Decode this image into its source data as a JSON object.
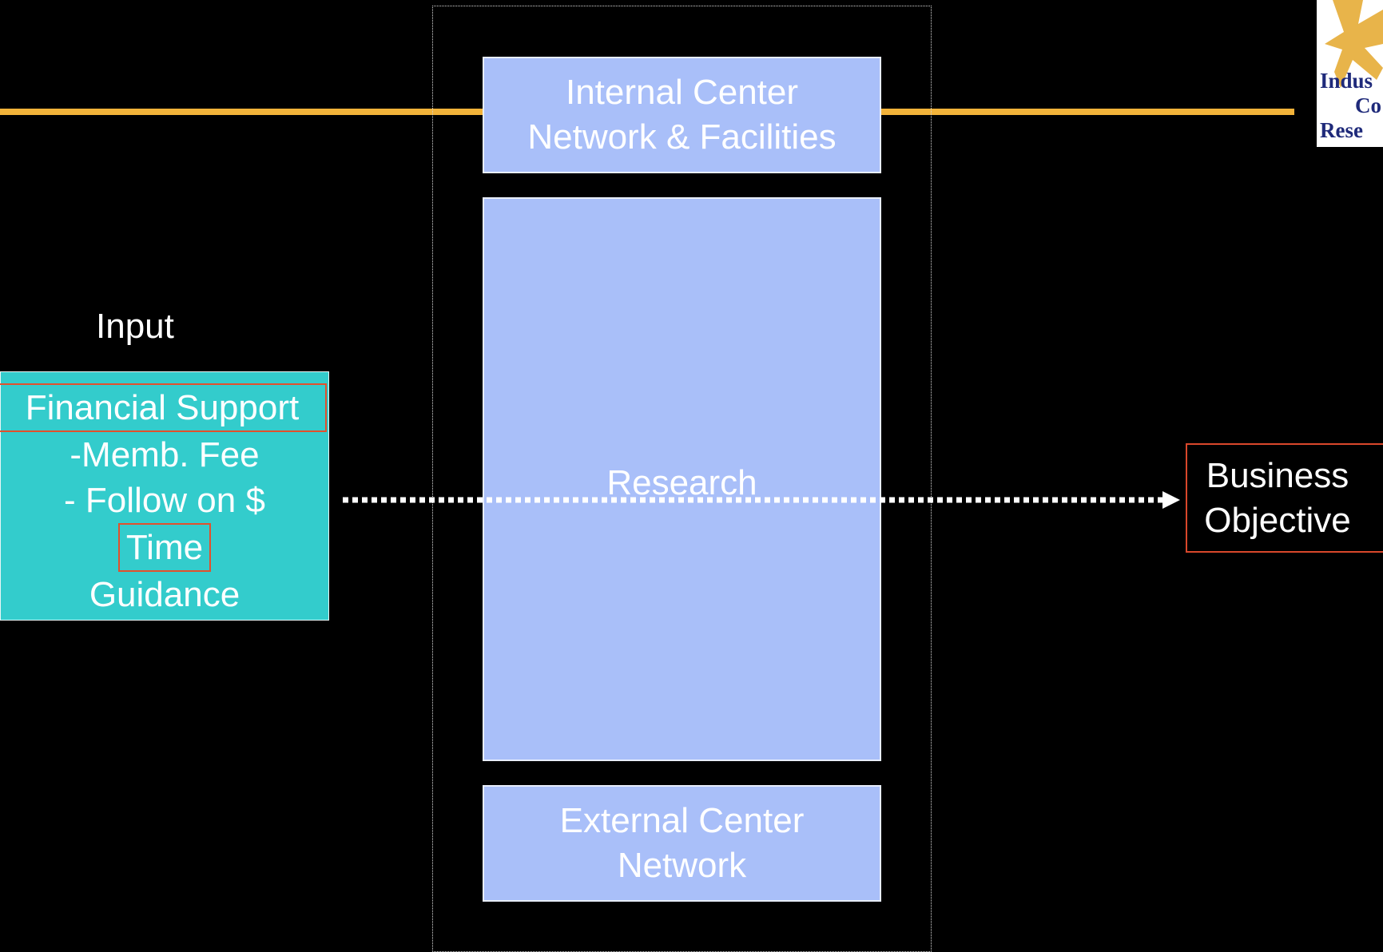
{
  "logo": {
    "text_lines": [
      "Indus",
      "Co",
      "Rese"
    ],
    "colors": {
      "star": "#e8b44a",
      "text": "#1f2a7a",
      "background": "#ffffff"
    }
  },
  "input_section": {
    "heading": "Input",
    "items": [
      {
        "text": "Financial Support",
        "highlighted": true
      },
      {
        "text": "-Memb. Fee",
        "highlighted": false
      },
      {
        "text": "- Follow on $",
        "highlighted": false
      },
      {
        "text": "Time",
        "highlighted": true
      },
      {
        "text": "Guidance",
        "highlighted": false
      }
    ]
  },
  "center": {
    "internal_box": {
      "line1": "Internal Center",
      "line2": "Network & Facilities"
    },
    "research_box": {
      "label": "Research"
    },
    "external_box": {
      "line1": "External Center",
      "line2": "Network"
    }
  },
  "output": {
    "line1": "Business",
    "line2": "Objective"
  },
  "colors": {
    "background": "#000000",
    "gold_rule": "#f2b33a",
    "center_box": "#a9bff9",
    "input_box": "#33cccc",
    "highlight_outline": "#e2502c"
  }
}
